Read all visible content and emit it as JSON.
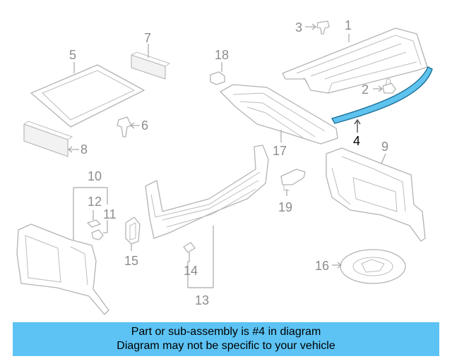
{
  "diagram": {
    "callouts": [
      {
        "number": "1"
      },
      {
        "number": "2"
      },
      {
        "number": "3"
      },
      {
        "number": "4",
        "highlighted": true
      },
      {
        "number": "5"
      },
      {
        "number": "6"
      },
      {
        "number": "7"
      },
      {
        "number": "8"
      },
      {
        "number": "9"
      },
      {
        "number": "10"
      },
      {
        "number": "11"
      },
      {
        "number": "12"
      },
      {
        "number": "13"
      },
      {
        "number": "14"
      },
      {
        "number": "15"
      },
      {
        "number": "16"
      },
      {
        "number": "17"
      },
      {
        "number": "18"
      },
      {
        "number": "19"
      }
    ],
    "colors": {
      "line_art": "#b3b3b3",
      "callout_text": "#8c8c8c",
      "highlight_fill": "#5ec3ee",
      "highlight_stroke": "#1d6f96"
    }
  },
  "banner": {
    "line1": "Part or sub-assembly is #4 in diagram",
    "line2": "Diagram may not be specific to your vehicle",
    "background": "#5cc3f4"
  }
}
